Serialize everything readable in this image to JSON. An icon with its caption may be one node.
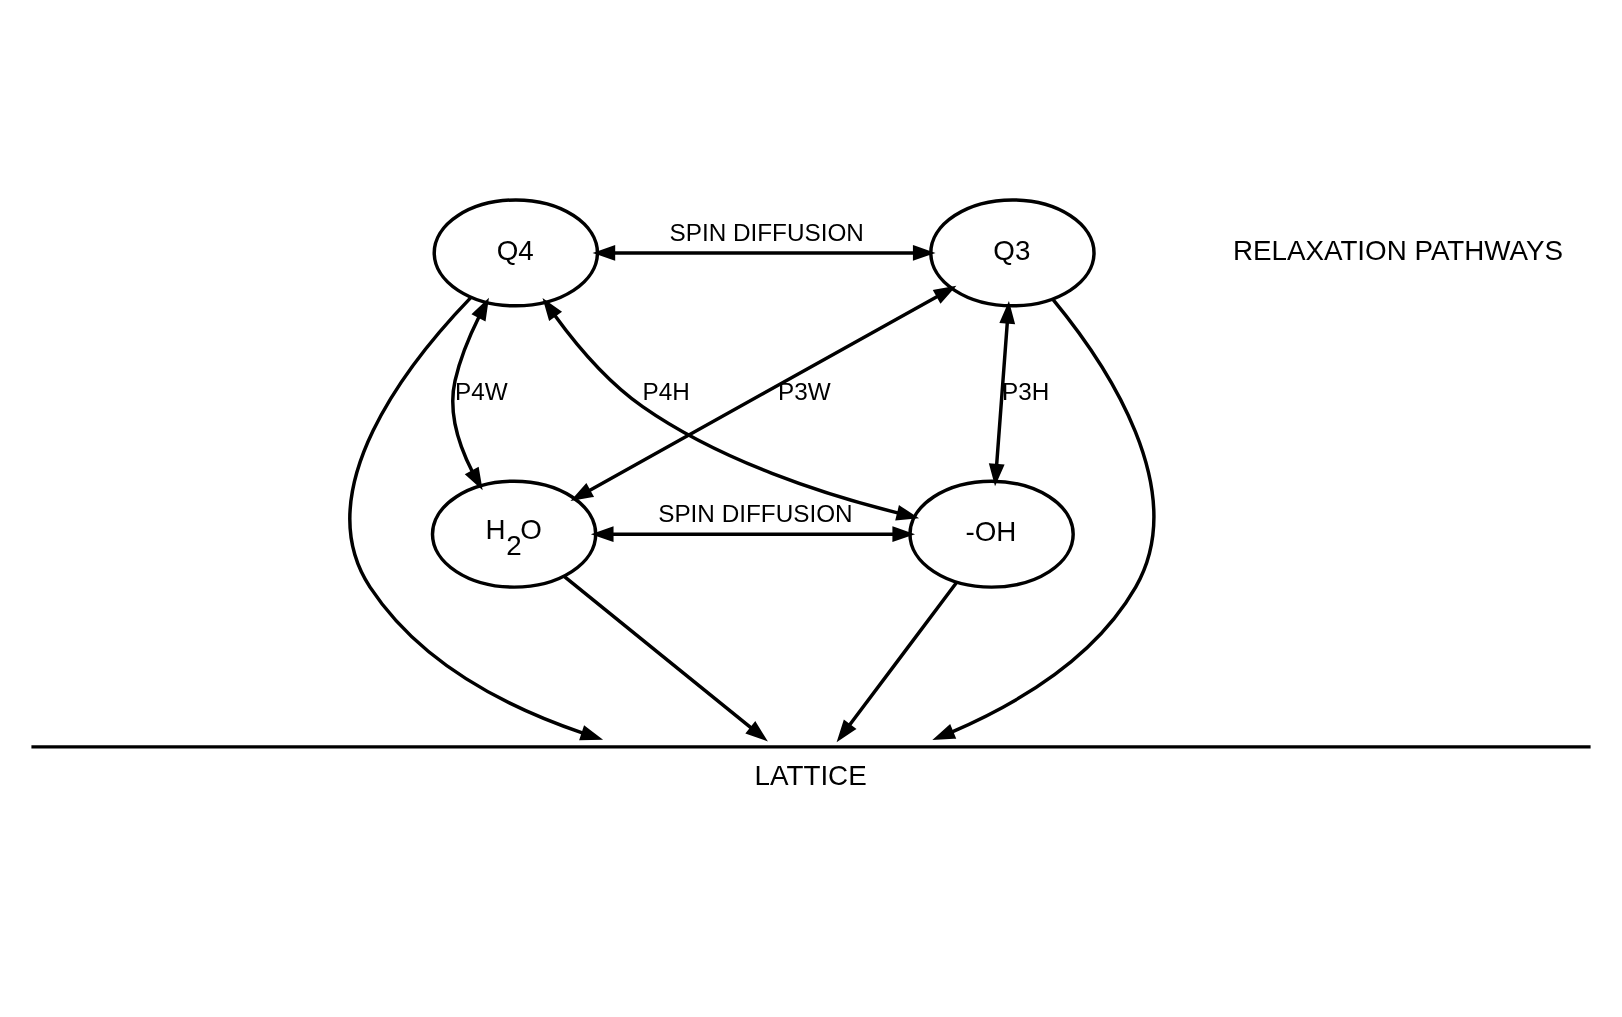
{
  "diagram": {
    "nodes": [
      {
        "text": [
          "Q4"
        ]
      },
      {
        "text": [
          "Q3"
        ]
      },
      {
        "text": [
          "-OH"
        ]
      },
      {
        "text": [
          "H$_{2}$O"
        ]
      },
      {
        "text": [
          "LATTICE"
        ]
      }
    ],
    "edges": [
      {
        "from": 0,
        "to": 1,
        "arrow": "both",
        "label": "SPIN DIFFUSION"
      },
      {
        "from": 3,
        "to": 2,
        "arrow": "both",
        "label": "SPIN DIFFUSION"
      },
      {
        "from": 0,
        "to": 2,
        "arrow": "both",
        "label": "P4H"
      },
      {
        "from": 0,
        "to": 3,
        "arrow": "both",
        "label": "P4W"
      },
      {
        "from": 1,
        "to": 2,
        "arrow": "both",
        "label": "P3H"
      },
      {
        "from": 1,
        "to": 3,
        "arrow": "both",
        "label": "P3W"
      },
      {
        "from": 0,
        "to": 4,
        "arrow": "to"
      },
      {
        "from": 3,
        "to": 4,
        "arrow": "to"
      },
      {
        "from": 2,
        "to": 4,
        "arrow": "to"
      },
      {
        "from": 1,
        "to": 4,
        "arrow": "to"
      }
    ],
    "labels": [
      "RELAXATION PATHWAYS"
    ]
  }
}
